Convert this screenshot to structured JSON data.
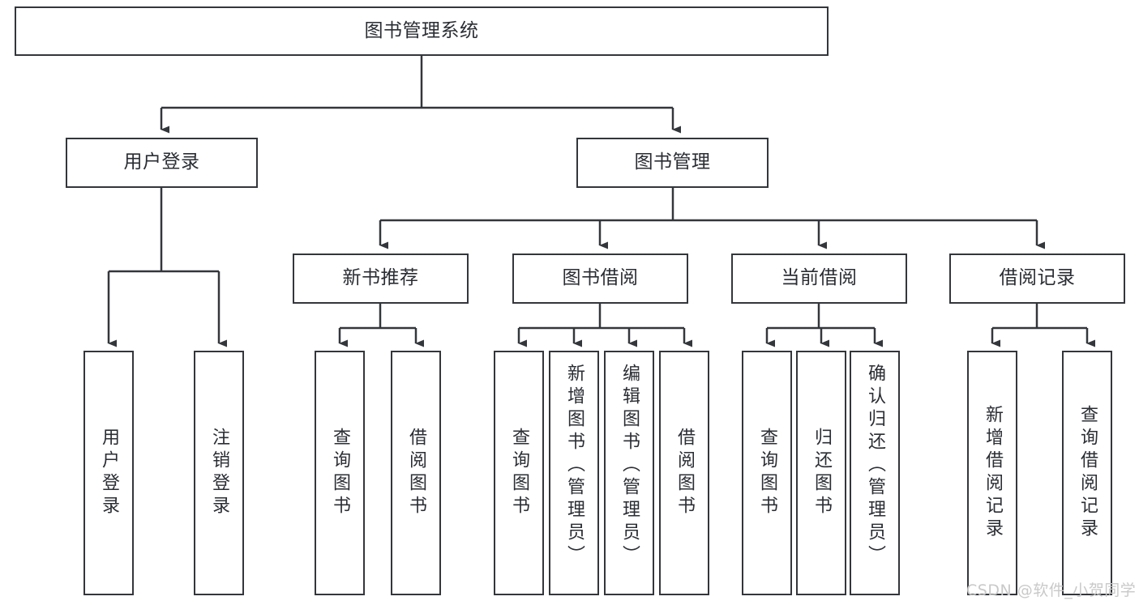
{
  "diagram": {
    "type": "tree-hierarchy-chart",
    "title": "图书管理系统",
    "stroke_color": "#33363b",
    "text_color": "#2a2d33",
    "background_color": "#ffffff",
    "watermark": "CSDN @软件_小贺同学",
    "watermark_color": "#c9c9c9",
    "levels": {
      "level1": [
        {
          "id": "root",
          "label": "图书管理系统"
        }
      ],
      "level2": [
        {
          "id": "user-login",
          "label": "用户登录"
        },
        {
          "id": "book-manage",
          "label": "图书管理"
        }
      ],
      "level3": [
        {
          "id": "new-book-rec",
          "label": "新书推荐"
        },
        {
          "id": "book-borrow",
          "label": "图书借阅"
        },
        {
          "id": "current-borrow",
          "label": "当前借阅"
        },
        {
          "id": "borrow-record",
          "label": "借阅记录"
        }
      ],
      "level4": [
        {
          "id": "leaf-user-login",
          "label": "用户登录",
          "parent": "user-login"
        },
        {
          "id": "leaf-logout",
          "label": "注销登录",
          "parent": "user-login"
        },
        {
          "id": "leaf-query-book-1",
          "label": "查询图书",
          "parent": "new-book-rec"
        },
        {
          "id": "leaf-borrow-book-1",
          "label": "借阅图书",
          "parent": "new-book-rec"
        },
        {
          "id": "leaf-query-book-2",
          "label": "查询图书",
          "parent": "book-borrow"
        },
        {
          "id": "leaf-add-book",
          "label": "新增图书（管理员）",
          "parent": "book-borrow"
        },
        {
          "id": "leaf-edit-book",
          "label": "编辑图书（管理员）",
          "parent": "book-borrow"
        },
        {
          "id": "leaf-borrow-book-2",
          "label": "借阅图书",
          "parent": "book-borrow"
        },
        {
          "id": "leaf-query-book-3",
          "label": "查询图书",
          "parent": "current-borrow"
        },
        {
          "id": "leaf-return-book",
          "label": "归还图书",
          "parent": "current-borrow"
        },
        {
          "id": "leaf-confirm-return",
          "label": "确认归还（管理员）",
          "parent": "current-borrow"
        },
        {
          "id": "leaf-add-record",
          "label": "新增借阅记录",
          "parent": "borrow-record"
        },
        {
          "id": "leaf-query-record",
          "label": "查询借阅记录",
          "parent": "borrow-record"
        }
      ]
    }
  }
}
